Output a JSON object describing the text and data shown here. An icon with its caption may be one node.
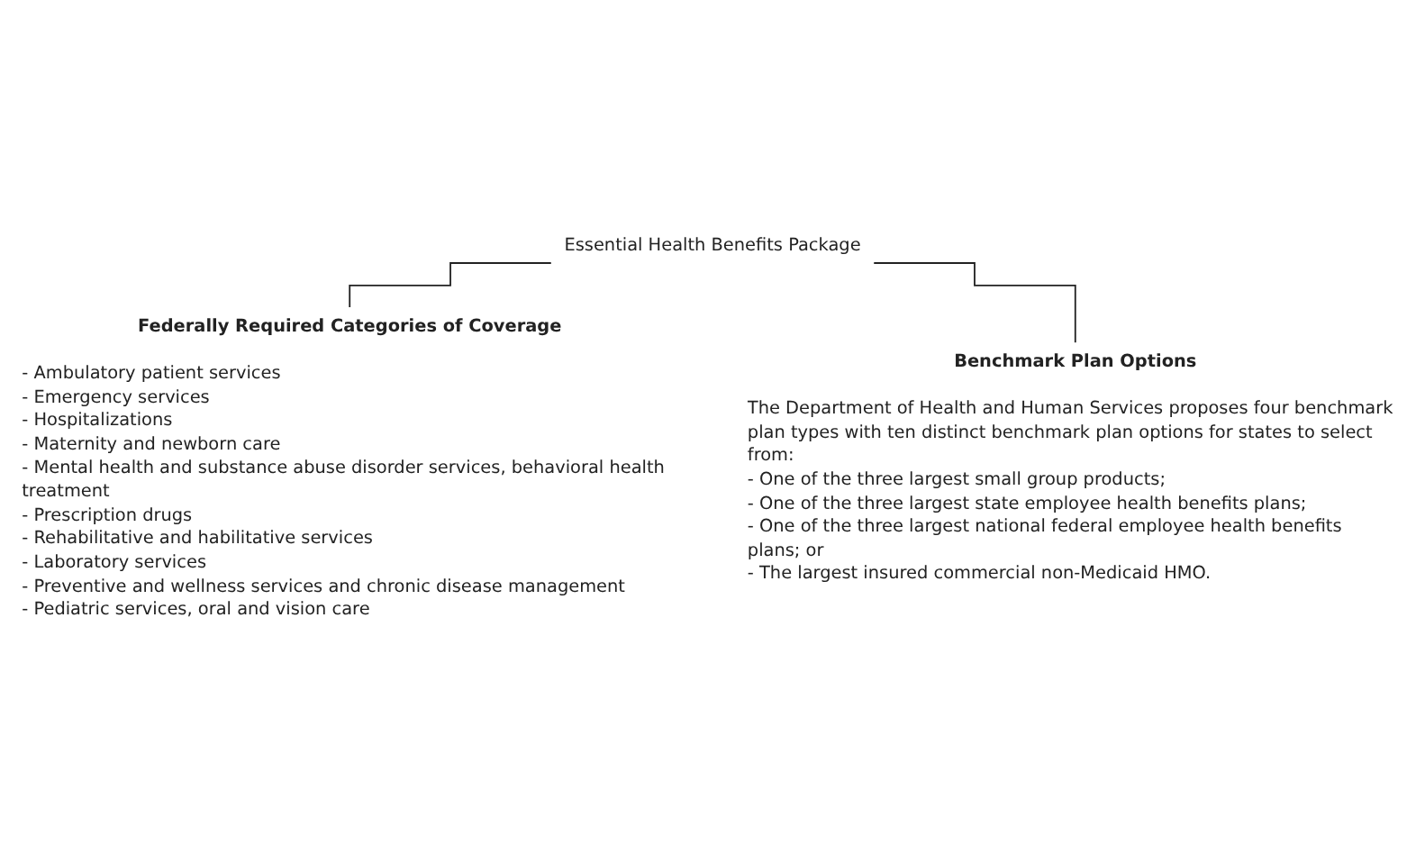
{
  "diagram": {
    "nodes": [
      {
        "text": [
          "Essential Health Benefits Package"
        ]
      },
      {
        "text": [
          "Federally Required Categories of Coverage",
          "- Ambulatory patient services",
          "- Emergency services",
          "- Hospitalizations",
          "- Maternity and newborn care",
          "- Mental health and substance abuse disorder services, behavioral health treatment",
          "- Prescription drugs",
          "- Rehabilitative and habilitative services",
          "- Laboratory services",
          "- Preventive and wellness services and chronic disease management",
          "- Pediatric services, oral and vision care"
        ]
      },
      {
        "text": [
          "Benchmark Plan Options",
          "The Department of Health and Human Services proposes four benchmark plan types with ten distinct benchmark plan options for states to select from:",
          "- One of the three largest small group products;",
          "- One of the three largest state employee health benefits plans;",
          "- One of the three largest national federal employee health benefits plans; or",
          "- The largest insured commercial non-Medicaid HMO."
        ]
      }
    ],
    "edges": [
      {
        "from": 0,
        "to": 1,
        "arrow": "none"
      },
      {
        "from": 0,
        "to": 2,
        "arrow": "none"
      }
    ]
  }
}
